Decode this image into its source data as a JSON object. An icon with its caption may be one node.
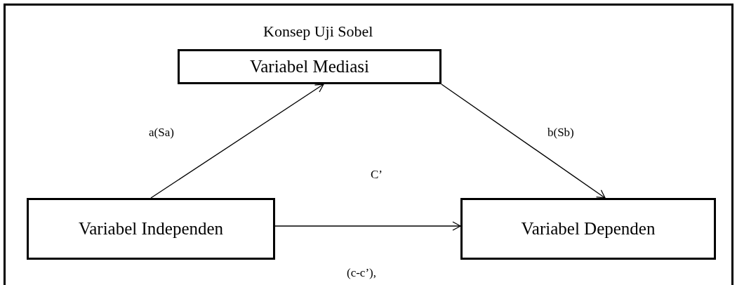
{
  "diagram": {
    "title": "Konsep Uji Sobel",
    "nodes": [
      {
        "text": [
          "Variabel Mediasi"
        ]
      },
      {
        "text": [
          "Variabel Independen"
        ]
      },
      {
        "text": [
          "Variabel Dependen"
        ]
      }
    ],
    "edges": [
      {
        "from": 1,
        "to": 0,
        "arrow": "to",
        "label": "a(Sa)"
      },
      {
        "from": 0,
        "to": 2,
        "arrow": "to",
        "label": "b(Sb)"
      },
      {
        "from": 1,
        "to": 2,
        "arrow": "to",
        "label": "C’"
      }
    ],
    "labels": [
      "(c-c’),"
    ]
  }
}
